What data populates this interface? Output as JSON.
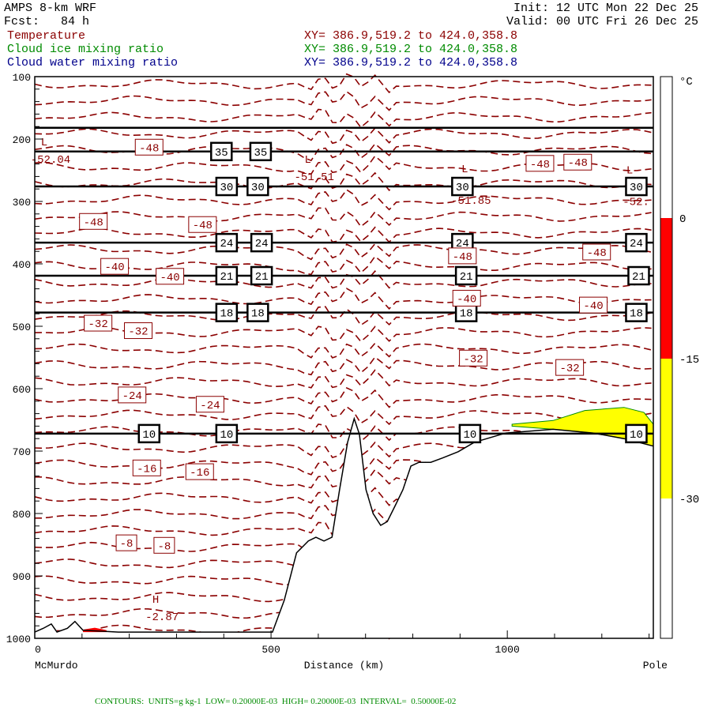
{
  "header": {
    "model": "AMPS 8-km WRF",
    "forecast": "Fcst:   84 h",
    "init": "Init: 12 UTC Mon 22 Dec 25",
    "valid": "Valid: 00 UTC Fri 26 Dec 25"
  },
  "fields": [
    {
      "name": "Temperature",
      "xy": "XY= 386.9,519.2 to 424.0,358.8",
      "color": "#8b0000"
    },
    {
      "name": "Cloud ice mixing ratio",
      "xy": "XY= 386.9,519.2 to 424.0,358.8",
      "color": "#008b00"
    },
    {
      "name": "Cloud water mixing ratio",
      "xy": "XY= 386.9,519.2 to 424.0,358.8",
      "color": "#00008b"
    }
  ],
  "footer": "CONTOURS:  UNITS=g kg-1  LOW= 0.20000E-03  HIGH= 0.20000E-03  INTERVAL=  0.50000E-02",
  "chart_data": {
    "type": "cross-section",
    "xlabel": "Distance (km)",
    "x_start_label": "McMurdo",
    "x_end_label": "Pole",
    "xlim": [
      0,
      1309
    ],
    "xticks": [
      0,
      500,
      1000
    ],
    "ylim": [
      100,
      1000
    ],
    "yticks": [
      100,
      200,
      300,
      400,
      500,
      600,
      700,
      800,
      900,
      1000
    ],
    "colorbar": {
      "unit": "°C",
      "labels": [
        "0",
        "-15",
        "-30"
      ],
      "bands": [
        {
          "from": 0,
          "to": -15,
          "color": "#ff0000"
        },
        {
          "from": -15,
          "to": -30,
          "color": "#ffff00"
        }
      ]
    },
    "solid_lines": [
      {
        "label": "",
        "p": 182,
        "label_x": []
      },
      {
        "label": "35",
        "p": 220,
        "label_x": [
          395,
          478
        ]
      },
      {
        "label": "30",
        "p": 276,
        "label_x": [
          406,
          472,
          905,
          1273
        ]
      },
      {
        "label": "24",
        "p": 366,
        "label_x": [
          406,
          480,
          905,
          1273
        ]
      },
      {
        "label": "21",
        "p": 419,
        "label_x": [
          406,
          480,
          913,
          1278
        ]
      },
      {
        "label": "18",
        "p": 478,
        "label_x": [
          406,
          472,
          913,
          1273
        ]
      },
      {
        "label": "10",
        "p": 672,
        "label_x": [
          242,
          406,
          921,
          1273
        ]
      }
    ],
    "temperature_labels": [
      {
        "v": "-48",
        "x": 242,
        "p": 213
      },
      {
        "v": "-48",
        "x": 1069,
        "p": 239
      },
      {
        "v": "-48",
        "x": 1149,
        "p": 237
      },
      {
        "v": "-48",
        "x": 124,
        "p": 332
      },
      {
        "v": "-48",
        "x": 355,
        "p": 337
      },
      {
        "v": "-48",
        "x": 1189,
        "p": 381
      },
      {
        "v": "-48",
        "x": 905,
        "p": 372
      },
      {
        "v": "-40",
        "x": 169,
        "p": 404
      },
      {
        "v": "-40",
        "x": 286,
        "p": 420
      },
      {
        "v": "-40",
        "x": 914,
        "p": 455
      },
      {
        "v": "-40",
        "x": 1182,
        "p": 466
      },
      {
        "v": "-32",
        "x": 134,
        "p": 495
      },
      {
        "v": "-32",
        "x": 219,
        "p": 507
      },
      {
        "v": "-32",
        "x": 928,
        "p": 551
      },
      {
        "v": "-32",
        "x": 1132,
        "p": 566
      },
      {
        "v": "-24",
        "x": 206,
        "p": 610
      },
      {
        "v": "-24",
        "x": 371,
        "p": 625
      },
      {
        "v": "-16",
        "x": 237,
        "p": 727
      },
      {
        "v": "-16",
        "x": 349,
        "p": 733
      },
      {
        "v": "-8",
        "x": 194,
        "p": 847
      },
      {
        "v": "-8",
        "x": 274,
        "p": 851
      }
    ],
    "extrema": [
      {
        "type": "L",
        "value": "-52.04",
        "x": 20,
        "p": 210
      },
      {
        "type": "L",
        "value": "-51.51",
        "x": 578,
        "p": 238
      },
      {
        "type": "L",
        "value": "-51.85",
        "x": 910,
        "p": 253
      },
      {
        "type": "L",
        "value": "-52.",
        "x": 1259,
        "p": 255
      },
      {
        "type": "H",
        "value": "-2.87",
        "x": 256,
        "p": 943
      }
    ],
    "terrain": [
      [
        0,
        990
      ],
      [
        18,
        984
      ],
      [
        35,
        977
      ],
      [
        47,
        990
      ],
      [
        69,
        984
      ],
      [
        85,
        973
      ],
      [
        102,
        987
      ],
      [
        177,
        990
      ],
      [
        503,
        990
      ],
      [
        528,
        939
      ],
      [
        554,
        863
      ],
      [
        579,
        844
      ],
      [
        595,
        838
      ],
      [
        612,
        844
      ],
      [
        629,
        838
      ],
      [
        645,
        762
      ],
      [
        662,
        686
      ],
      [
        676,
        648
      ],
      [
        687,
        673
      ],
      [
        701,
        762
      ],
      [
        716,
        800
      ],
      [
        732,
        819
      ],
      [
        746,
        813
      ],
      [
        763,
        787
      ],
      [
        779,
        762
      ],
      [
        796,
        724
      ],
      [
        813,
        718
      ],
      [
        838,
        718
      ],
      [
        863,
        711
      ],
      [
        896,
        701
      ],
      [
        930,
        686
      ],
      [
        997,
        671
      ],
      [
        1097,
        665
      ],
      [
        1181,
        671
      ],
      [
        1247,
        680
      ],
      [
        1309,
        692
      ]
    ],
    "cloud_ice_region": [
      [
        1010,
        657
      ],
      [
        1097,
        651
      ],
      [
        1164,
        635
      ],
      [
        1247,
        630
      ],
      [
        1289,
        638
      ],
      [
        1309,
        657
      ],
      [
        1309,
        692
      ],
      [
        1247,
        680
      ],
      [
        1181,
        671
      ],
      [
        1097,
        665
      ],
      [
        1010,
        660
      ]
    ],
    "warm_region": [
      [
        102,
        986
      ],
      [
        127,
        983
      ],
      [
        152,
        987
      ],
      [
        152,
        990
      ],
      [
        102,
        990
      ]
    ]
  }
}
